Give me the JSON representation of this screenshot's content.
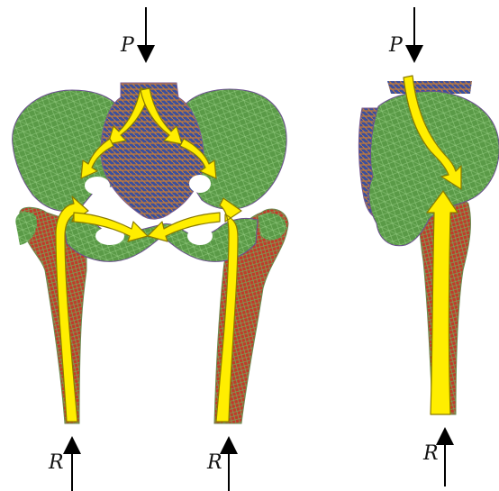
{
  "labels": {
    "load_front": "P",
    "load_side": "P",
    "reaction_left": "R",
    "reaction_right": "R",
    "reaction_side": "R"
  },
  "colors": {
    "bone_pelvis": "#5a9a47",
    "bone_femur": "#c23a2a",
    "sacrum_blue": "#3a4f9e",
    "sacrum_orange": "#c07a3c",
    "mesh_line": "#9ad08a",
    "flow_arrow": "#ffee00",
    "flow_outline": "#8a7a00",
    "force_arrow": "#000000"
  },
  "icons": {
    "force": "arrow-shaft-icon",
    "flow": "curved-flow-arrow-icon"
  }
}
